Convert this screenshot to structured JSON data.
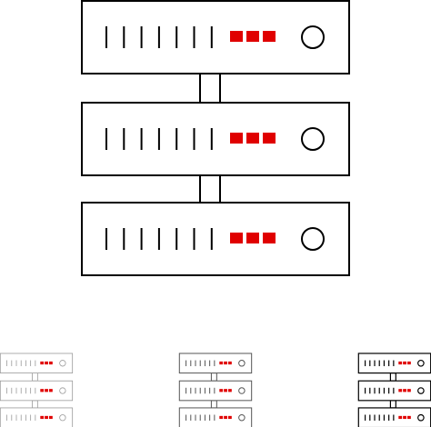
{
  "icon": {
    "name": "server-rack-icon",
    "units": 3,
    "vent_slots_per_unit": 7,
    "indicator_lights_per_unit": 3,
    "stroke_color": "#000000",
    "indicator_color": "#e00000",
    "background_color": "#ffffff"
  },
  "variants": [
    {
      "name": "thin-line-variant",
      "stroke_color": "#9a9a9a"
    },
    {
      "name": "regular-line-variant",
      "stroke_color": "#555555"
    },
    {
      "name": "bold-line-variant",
      "stroke_color": "#000000"
    }
  ]
}
